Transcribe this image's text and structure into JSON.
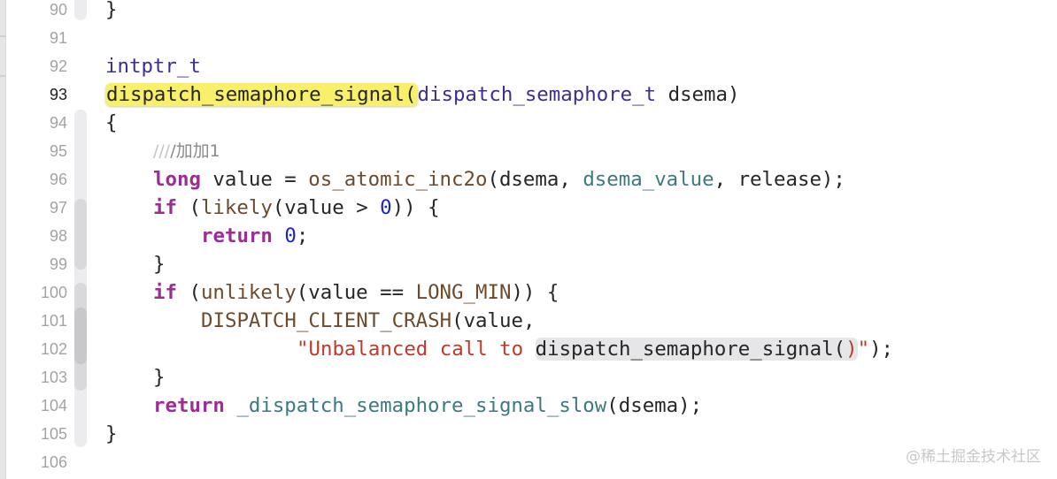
{
  "editor": {
    "current_line": 93,
    "line_numbers": [
      "90",
      "91",
      "92",
      "93",
      "94",
      "95",
      "96",
      "97",
      "98",
      "99",
      "100",
      "101",
      "102",
      "103",
      "104",
      "105",
      "106"
    ],
    "lines": {
      "l90": {
        "brace": "}"
      },
      "l92": {
        "type": "intptr_t"
      },
      "l93": {
        "func_name": "dispatch_semaphore_signal(",
        "param_type": "dispatch_semaphore_t",
        "param_rest": " dsema)"
      },
      "l94": {
        "brace": "{"
      },
      "l95": {
        "comment_faint": "///",
        "comment": "/加加1"
      },
      "l96": {
        "kw": "long",
        "a": " value = ",
        "fn": "os_atomic_inc2o",
        "b": "(dsema, ",
        "member": "dsema_value",
        "c": ", release);"
      },
      "l97": {
        "kw": "if",
        "a": " (",
        "fn": "likely",
        "b": "(value > ",
        "num": "0",
        "c": ")) {"
      },
      "l98": {
        "kw": "return",
        "a": " ",
        "num": "0",
        "c": ";"
      },
      "l99": {
        "brace": "}"
      },
      "l100": {
        "kw": "if",
        "a": " (",
        "fn": "unlikely",
        "b": "(value == ",
        "macro": "LONG_MIN",
        "c": ")) {"
      },
      "l101": {
        "fn": "DISPATCH_CLIENT_CRASH",
        "a": "(value,"
      },
      "l102": {
        "str_a": "\"Unbalanced call to ",
        "match": "dispatch_semaphore_signal(",
        "str_paren": ")",
        "str_b": "\"",
        "c": ");"
      },
      "l103": {
        "brace": "}"
      },
      "l104": {
        "kw": "return",
        "a": " ",
        "fn": "_dispatch_semaphore_signal_slow",
        "b": "(dsema);"
      },
      "l105": {
        "brace": "}"
      }
    }
  },
  "colors": {
    "keyword": "#9b2e94",
    "type": "#3d2f91",
    "function_macro": "#6e4a2c",
    "member": "#3b7a7e",
    "number": "#1c24c8",
    "string": "#c0392b",
    "comment": "#8a8a8e",
    "highlight_current": "#f8f06a",
    "highlight_match": "#e6e6e8"
  },
  "watermark": "@稀土掘金技术社区"
}
